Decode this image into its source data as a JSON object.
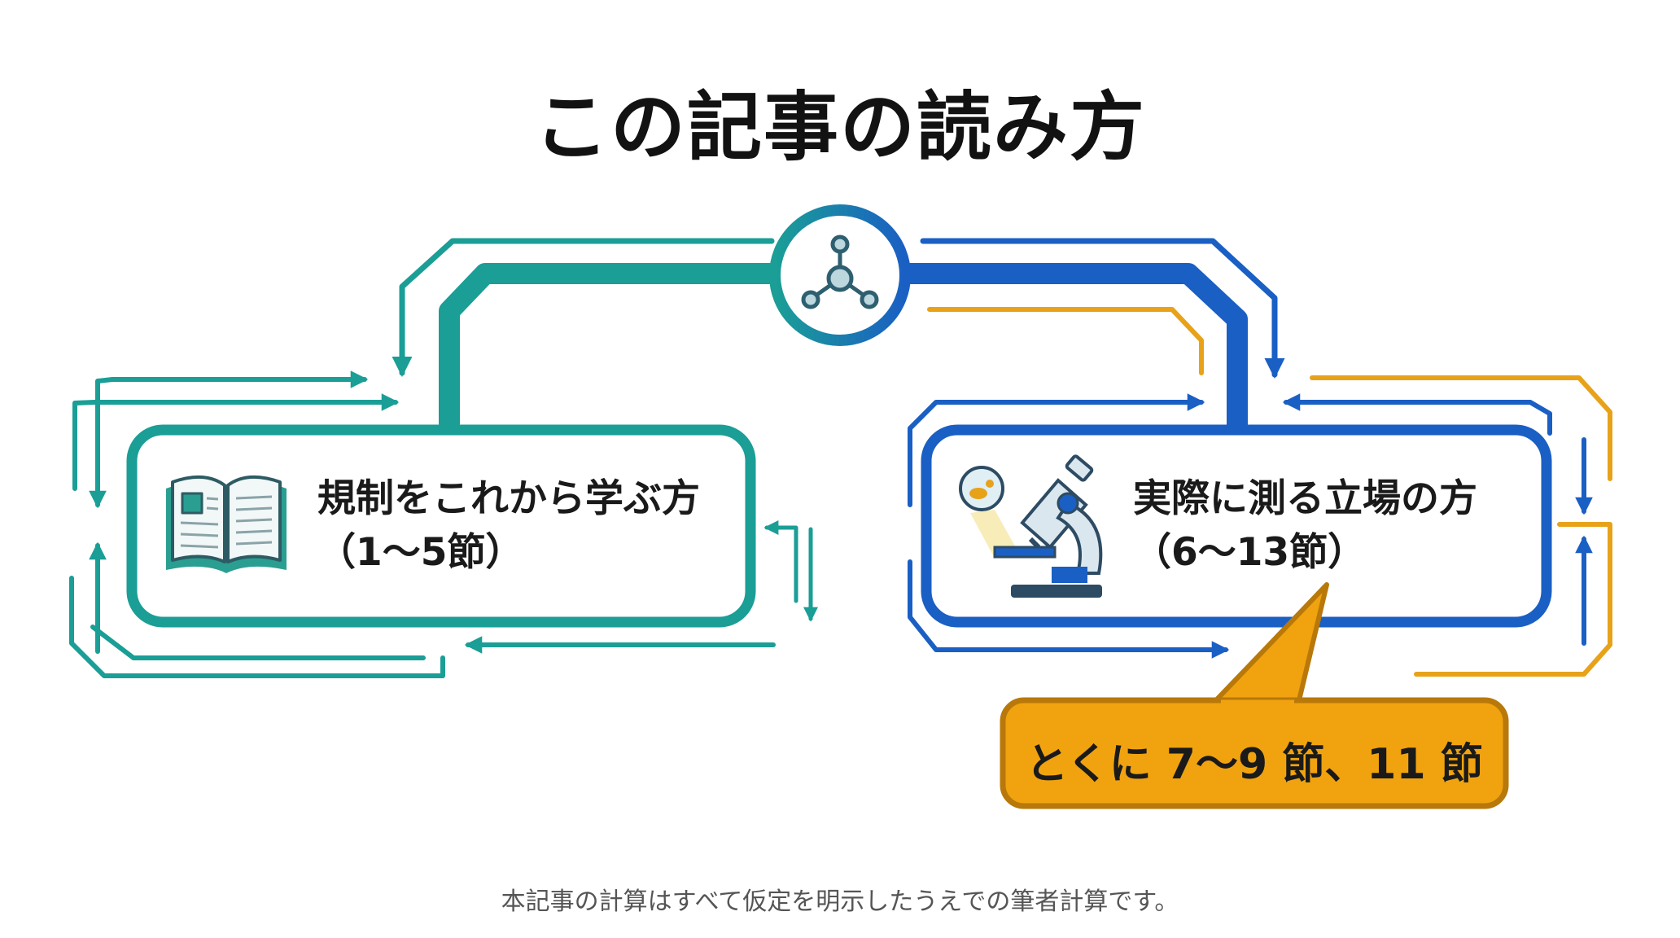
{
  "title": "この記事の読み方",
  "hub": {
    "icon": "molecule-icon"
  },
  "left_box": {
    "line1": "規制をこれから学ぶ方",
    "line2": "（1～5節）",
    "icon": "open-book-icon"
  },
  "right_box": {
    "line1": "実際に測る立場の方",
    "line2": "（6～13節）",
    "icon": "microscope-icon"
  },
  "callout": {
    "text": "とくに 7～9 節、11 節"
  },
  "footnote": "本記事の計算はすべて仮定を明示したうえでの筆者計算です。",
  "colors": {
    "teal": "#1a9e96",
    "blue": "#1a5fc4",
    "orange": "#e8a21a",
    "callout_fill": "#f0a30f",
    "callout_border": "#b8780a"
  }
}
